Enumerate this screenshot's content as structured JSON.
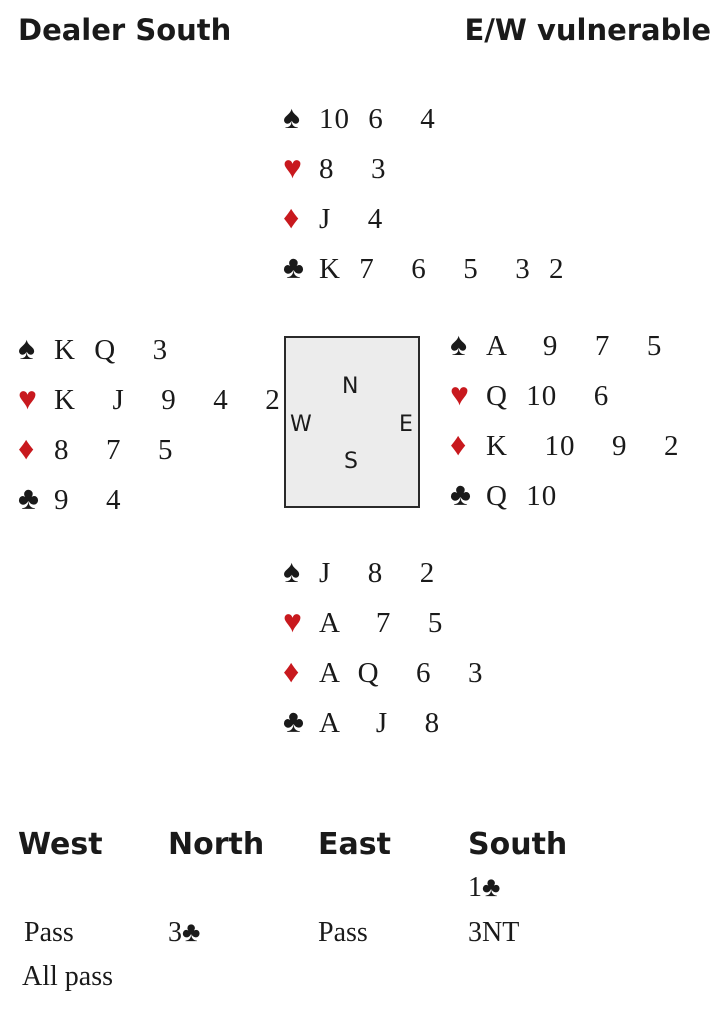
{
  "header": {
    "dealer": "Dealer South",
    "vulnerability": "E/W vulnerable"
  },
  "colors": {
    "red": "#c8191e",
    "black": "#1a1a1a",
    "compass_bg": "#ececec"
  },
  "hands": {
    "north": {
      "spades": "10 6  4",
      "hearts": "8  3",
      "diamonds": "J  4",
      "clubs": "K 7  6  5  3 2"
    },
    "west": {
      "spades": "K Q  3",
      "hearts": "K  J  9  4  2",
      "diamonds": "8  7  5",
      "clubs": "9  4"
    },
    "east": {
      "spades": "A  9  7  5",
      "hearts": "Q 10  6",
      "diamonds": "K  10  9  2",
      "clubs": "Q 10"
    },
    "south": {
      "spades": "J  8  2",
      "hearts": "A  7  5",
      "diamonds": "A Q  6  3",
      "clubs": "A  J  8"
    }
  },
  "suits": {
    "spades": "♠",
    "hearts": "♥",
    "diamonds": "♦",
    "clubs": "♣"
  },
  "compass": {
    "n": "N",
    "w": "W",
    "e": "E",
    "s": "S"
  },
  "auction": {
    "headers": [
      "West",
      "North",
      "East",
      "South"
    ],
    "bids": [
      {
        "text": "1♣",
        "col": 3,
        "row": 0
      },
      {
        "text": "Pass",
        "col": 0,
        "row": 1
      },
      {
        "text": "3♣",
        "col": 1,
        "row": 1
      },
      {
        "text": "Pass",
        "col": 2,
        "row": 1
      },
      {
        "text": "3NT",
        "col": 3,
        "row": 1
      },
      {
        "text": "All pass",
        "col": 0,
        "row": 2
      }
    ]
  }
}
